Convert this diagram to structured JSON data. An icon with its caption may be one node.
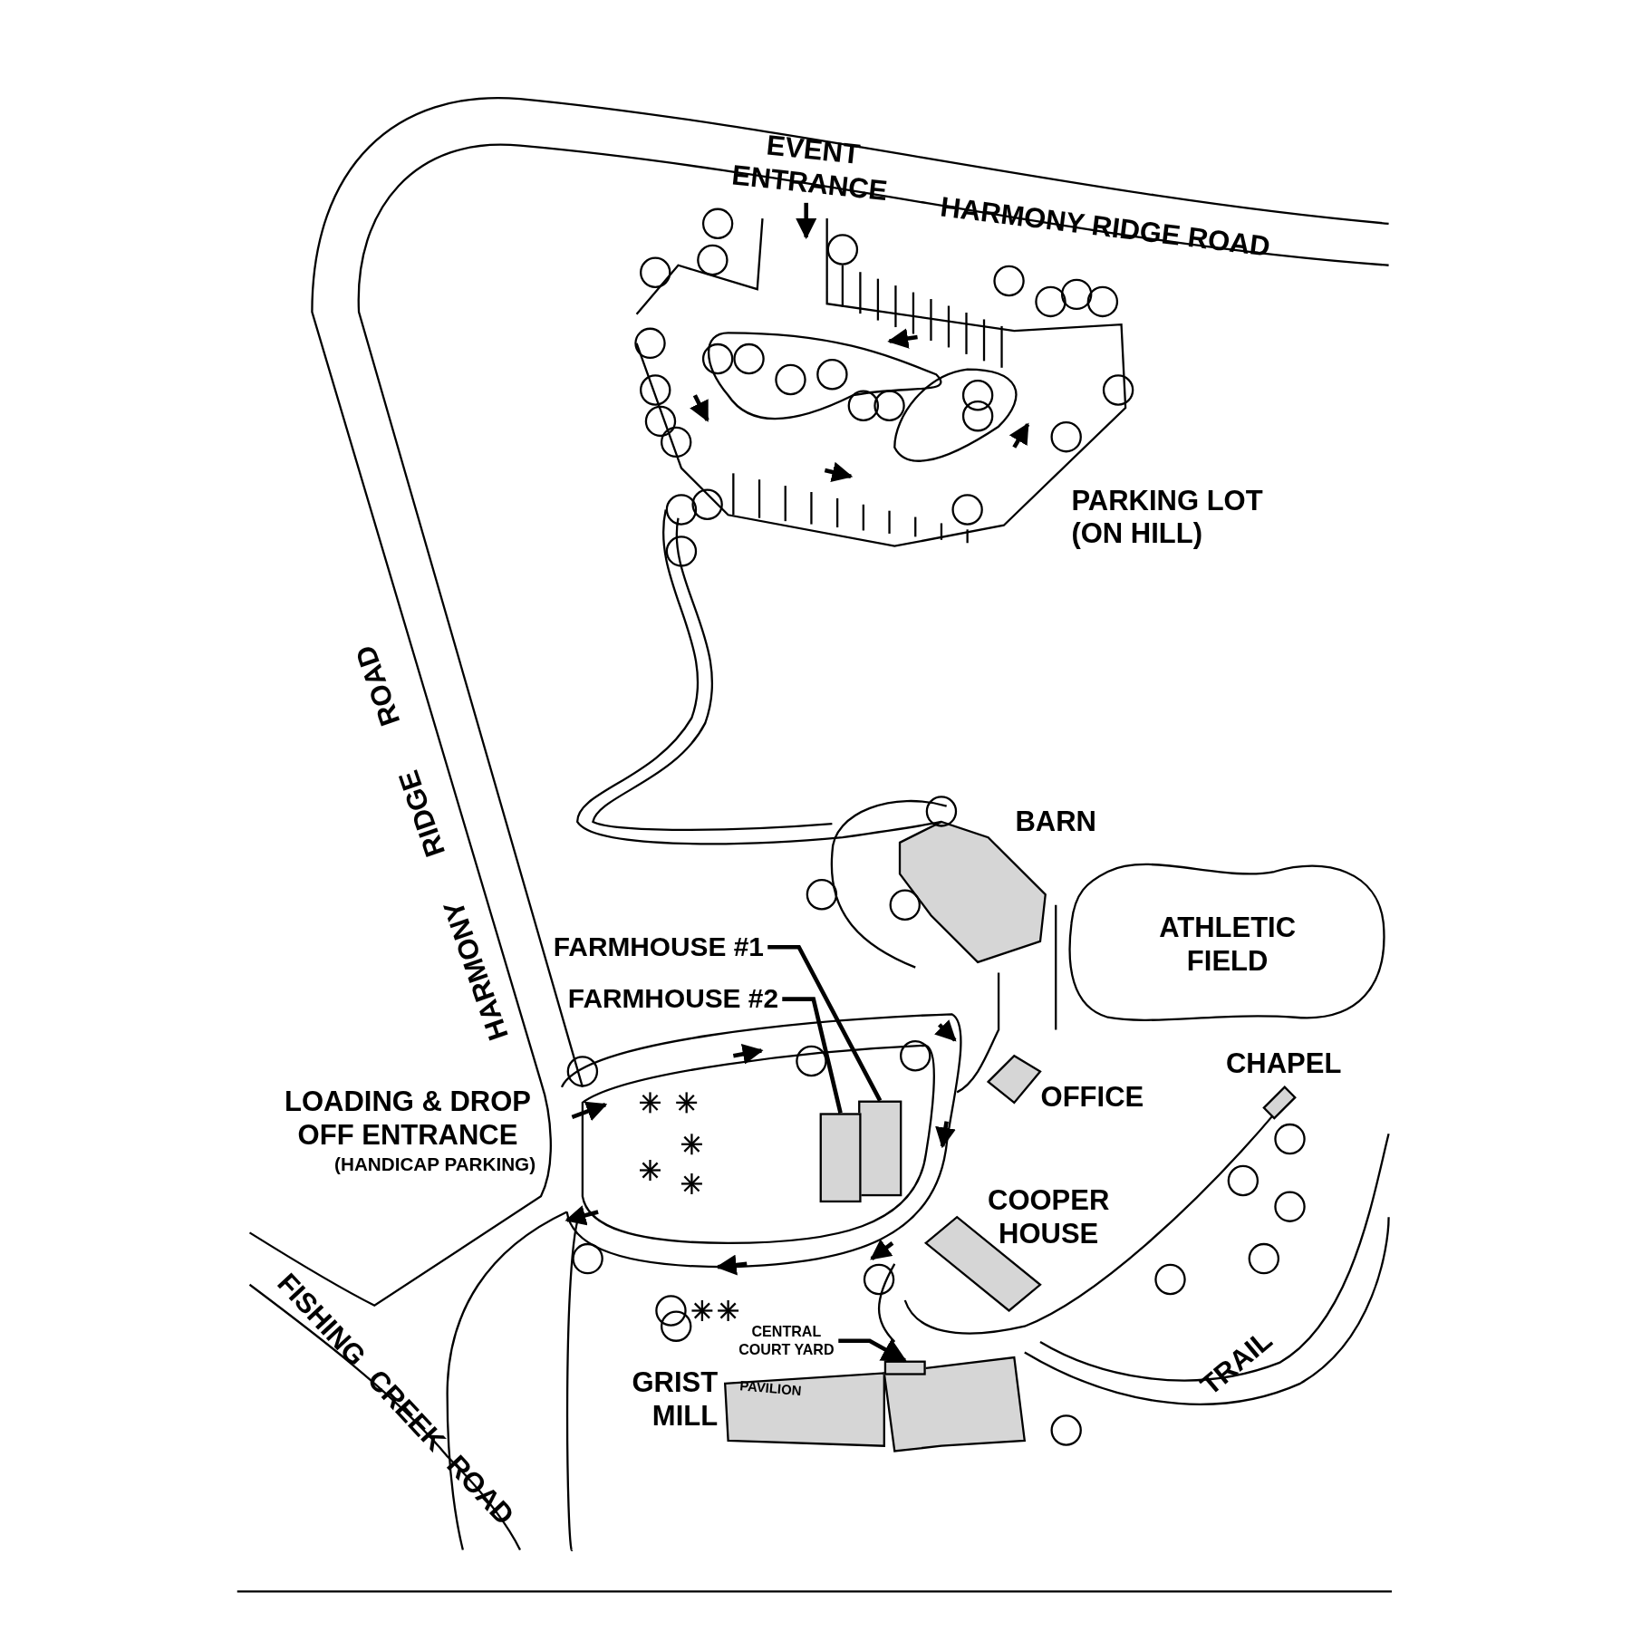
{
  "diagram": {
    "nodes": [
      {
        "text": [
          "FARMHOUSE #1"
        ]
      },
      {
        "text": [
          "ATHLETIC FIELD"
        ]
      },
      {
        "text": [
          "FARMHOUSE #2"
        ]
      },
      {
        "text": [],
        "shape": "box"
      },
      {
        "text": [],
        "shape": "box"
      },
      {
        "text": [
          "CENTRAL COURT YARD"
        ]
      },
      {
        "text": [],
        "shape": "box"
      }
    ],
    "edges": [
      {
        "from": 0,
        "to": 3,
        "arrow": "none"
      },
      {
        "from": 2,
        "to": 4,
        "arrow": "none"
      },
      {
        "from": 5,
        "to": 6,
        "arrow": "to"
      }
    ],
    "labels": [
      "EVENT ENTRANCE",
      "HARMONY RIDGE ROAD",
      "PARKING LOT (ON HILL)",
      "BARN",
      "HARMONY RIDGE ROAD",
      "OFFICE",
      "LOADING & DROP OFF ENTRANCE",
      "(HANDICAP PARKING)",
      "CHAPEL",
      "COOPER HOUSE",
      "FISHING CREEK ROAD",
      "GRIST MILL",
      "PAVILION",
      "TRAIL"
    ]
  }
}
